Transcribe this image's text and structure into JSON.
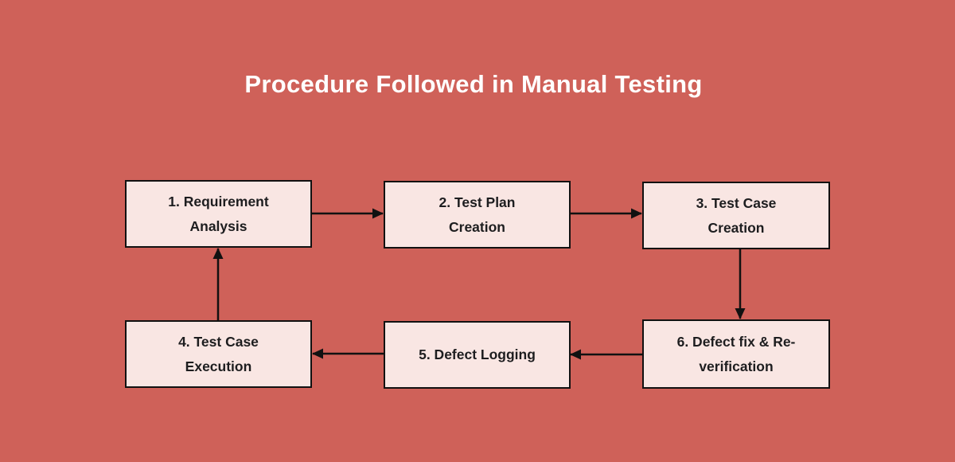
{
  "title": "Procedure Followed in Manual Testing",
  "colors": {
    "background": "#cf6159",
    "node_fill": "#f9e6e3",
    "node_border": "#111111",
    "arrow": "#111111",
    "title_text": "#ffffff",
    "node_text": "#1d1d1f"
  },
  "nodes": [
    {
      "id": 1,
      "lines": [
        "1. Requirement",
        "Analysis"
      ]
    },
    {
      "id": 2,
      "lines": [
        "2. Test Plan",
        "Creation"
      ]
    },
    {
      "id": 3,
      "lines": [
        "3. Test Case",
        "Creation"
      ]
    },
    {
      "id": 4,
      "lines": [
        "4. Test Case",
        "Execution"
      ]
    },
    {
      "id": 5,
      "lines": [
        "5. Defect Logging"
      ]
    },
    {
      "id": 6,
      "lines": [
        "6. Defect fix & Re-",
        "verification"
      ]
    }
  ],
  "edges": [
    {
      "from": 1,
      "to": 2,
      "direction": "right"
    },
    {
      "from": 2,
      "to": 3,
      "direction": "right"
    },
    {
      "from": 3,
      "to": 6,
      "direction": "down"
    },
    {
      "from": 6,
      "to": 5,
      "direction": "left"
    },
    {
      "from": 5,
      "to": 4,
      "direction": "left"
    },
    {
      "from": 4,
      "to": 1,
      "direction": "up"
    }
  ]
}
